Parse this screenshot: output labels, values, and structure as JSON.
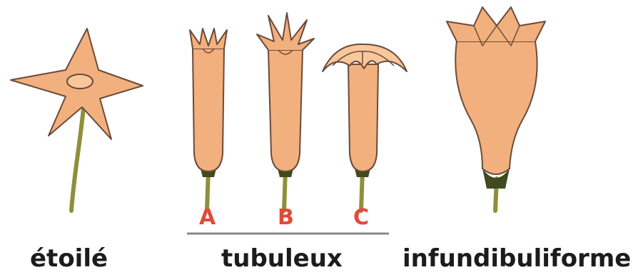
{
  "captions": {
    "etoile": "étoilé",
    "tubuleux": "tubuleux",
    "infundibuliforme": "infundibuliforme"
  },
  "letters": {
    "a": "A",
    "b": "B",
    "c": "C"
  },
  "colors": {
    "petal_fill": "#f2b07e",
    "petal_light": "#f8c89c",
    "outline": "#6b4a3a",
    "stem": "#8f8f3a",
    "calyx": "#3f4a1e",
    "letter": "#e04a3a",
    "divider": "#8a8a8a",
    "text": "#1c1c1c"
  }
}
